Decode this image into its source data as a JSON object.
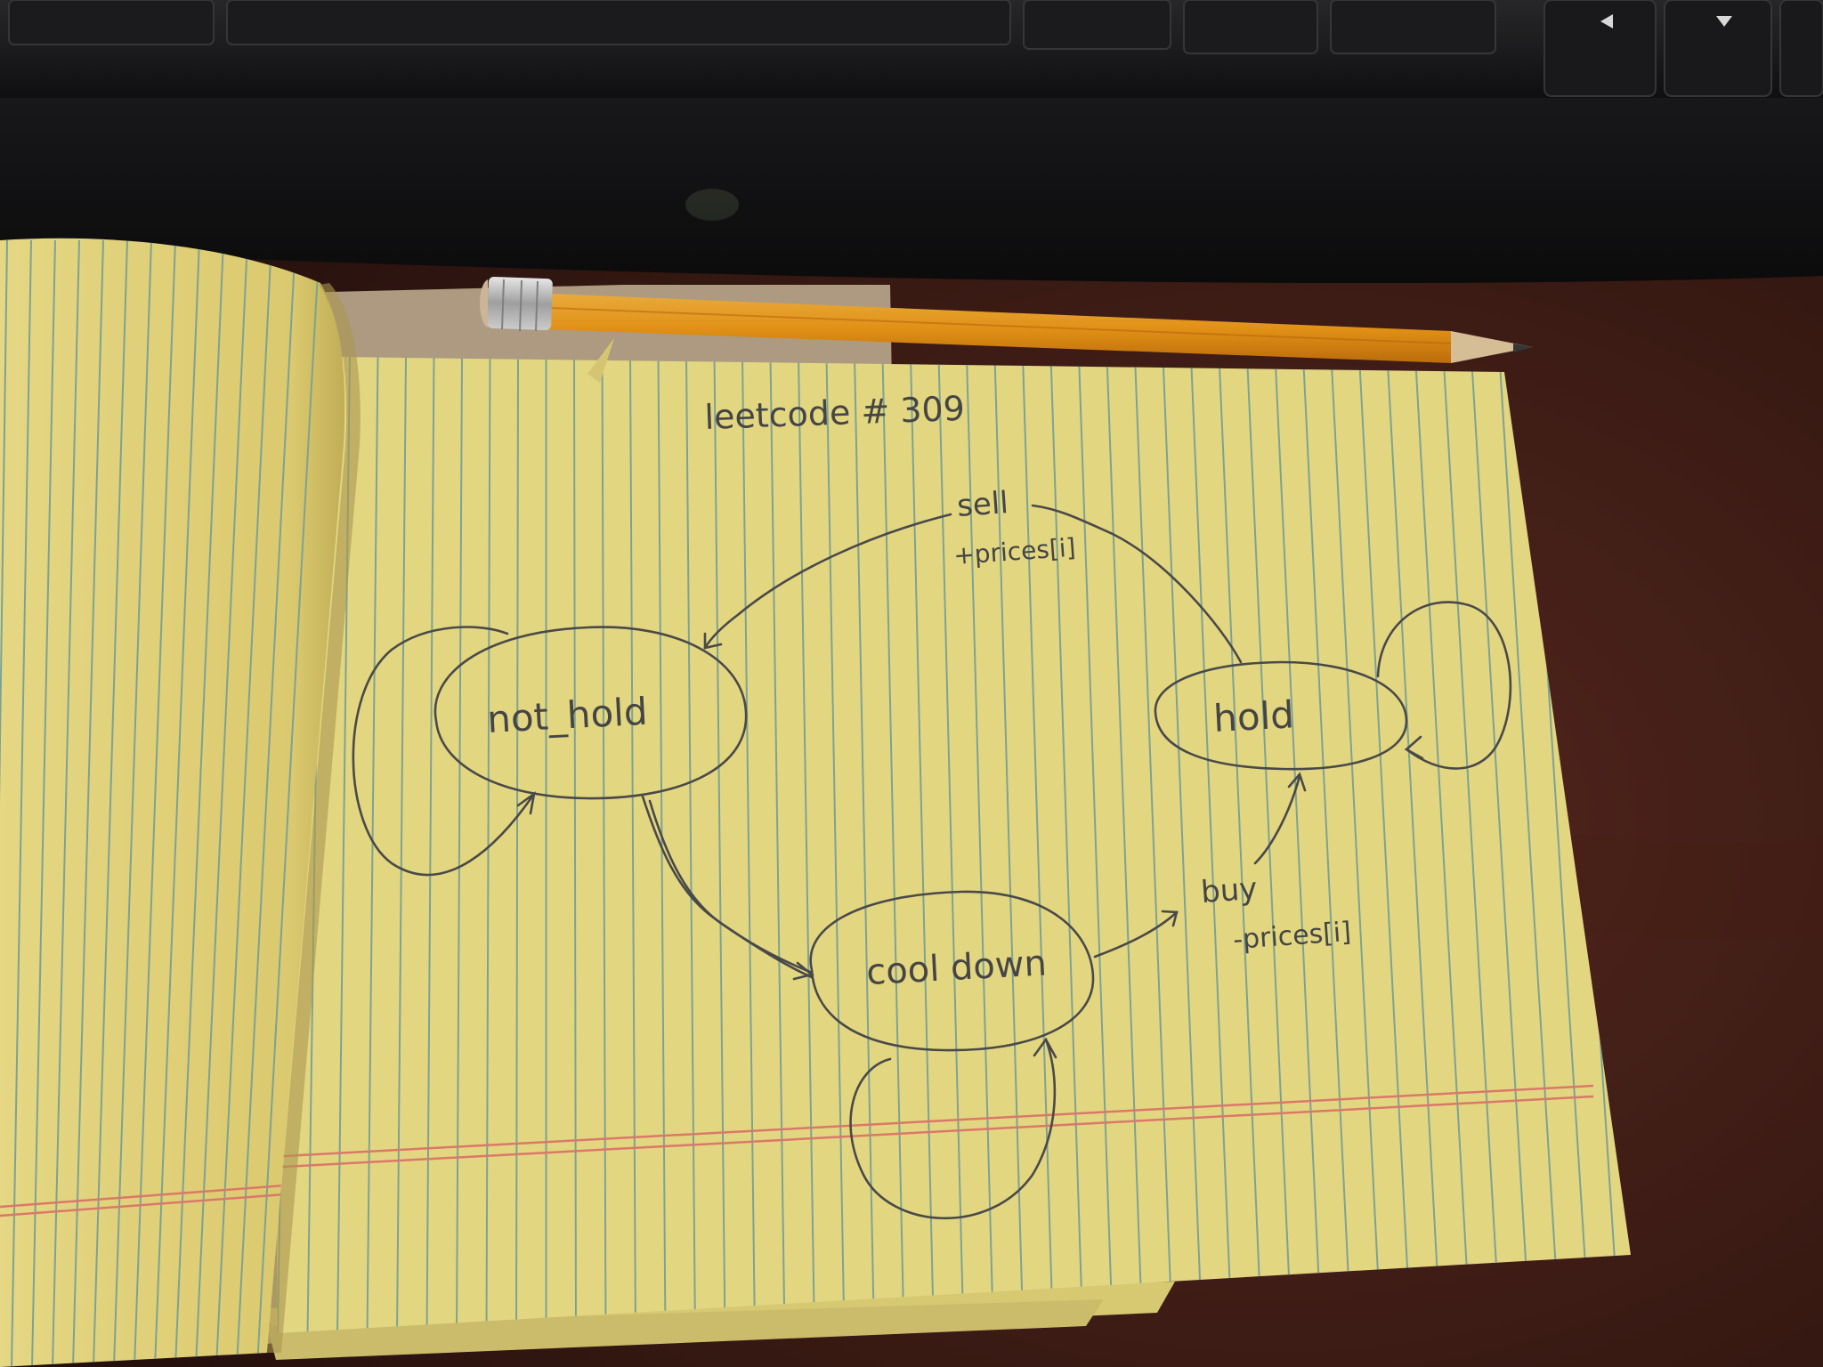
{
  "note": {
    "title": "leetcode # 309"
  },
  "diagram": {
    "states": [
      {
        "id": "not_hold",
        "label": "not_hold"
      },
      {
        "id": "hold",
        "label": "hold"
      },
      {
        "id": "cooldown",
        "label": "cool down"
      }
    ],
    "transitions": [
      {
        "from": "hold",
        "to": "not_hold",
        "action": "sell",
        "effect": "+prices[i]"
      },
      {
        "from": "cooldown",
        "to": "hold",
        "action": "buy",
        "effect": "-prices[i]"
      },
      {
        "from": "not_hold",
        "to": "cooldown",
        "action": "",
        "effect": ""
      },
      {
        "from": "not_hold",
        "to": "not_hold",
        "action": "",
        "effect": ""
      },
      {
        "from": "hold",
        "to": "hold",
        "action": "",
        "effect": ""
      },
      {
        "from": "cooldown",
        "to": "cooldown",
        "action": "",
        "effect": ""
      }
    ]
  },
  "scene": {
    "objects": [
      "keyboard",
      "pencil",
      "legal-pad",
      "desk"
    ],
    "colors": {
      "desk": "#3a1a14",
      "keyboard": "#1c1c1e",
      "paper": "#f2e48a",
      "rule_line": "#8fb3a3",
      "margin_line": "#e07a6a",
      "pencil": "#f0a020",
      "ink": "#4a4a4a"
    }
  }
}
